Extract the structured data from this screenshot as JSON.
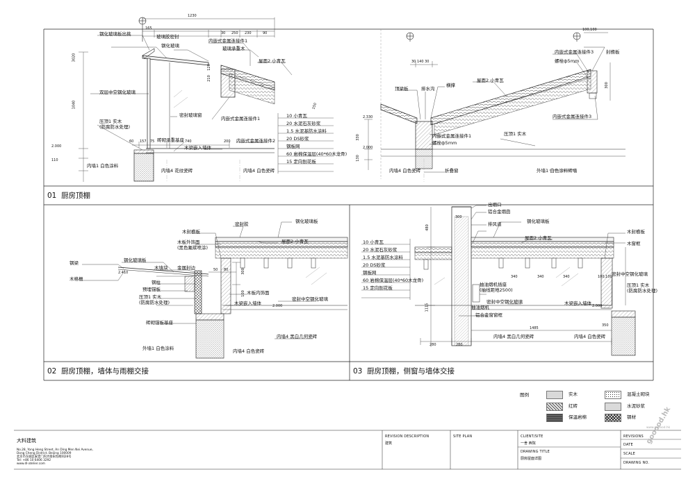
{
  "sections": [
    {
      "num": "01",
      "title": "厨房顶棚"
    },
    {
      "num": "02",
      "title": "厨房顶棚，墙体与雨棚交接"
    },
    {
      "num": "03",
      "title": "厨房顶棚，侧窗与墙体交接"
    }
  ],
  "detail1_labels": {
    "glass_overhang": "钢化玻璃板出挑",
    "glass_sealant": "玻璃胶密封",
    "tempered_glass": "钢化玻璃",
    "connector": "内嵌式金属连接件1",
    "glass_bearer": "玻璃承重木",
    "roof_tile": "屋面2 小青瓦",
    "double_glass": "双层中空钢化玻璃",
    "sealed_window": "密封玻璃窗",
    "coping": "压顶1 实木",
    "coping_note": "(防腐防水处理)",
    "brick_base": "砖砌承重基座",
    "beam_embed": "木梁嵌入墙体",
    "connector2": "内嵌式金属连接件2",
    "connector1b": "内嵌式金属连接件1",
    "wall_finish": "内墙1 白色涂料",
    "wall_tile": "内墙4 花纹瓷砖",
    "wall_white": "内墙4 白色瓷砖",
    "dim_1230": "1230",
    "dim_165": "165",
    "dim_30": "30",
    "dim_250": "250",
    "dim_230": "230",
    "dim_90": "90",
    "dim_3020": "3020",
    "dim_1040": "1040",
    "dim_60": "60",
    "dim_157": "157",
    "dim_75": "75",
    "dim_740": "740",
    "dim_200": "200",
    "dim_120": "120",
    "dim_210": "210",
    "dim_150": "150",
    "elev_2000": "2.000",
    "elev_110": "110"
  },
  "layers": [
    "10 小青瓦",
    "20 水泥石灰砂浆",
    "1.5 水泥基防水涂料",
    "20 DS砂浆",
    "钢板网",
    "60 岩棉保温层(40*60木龙骨)",
    "15 定向刨花板"
  ],
  "detail1b_labels": {
    "tile_board": "顶梁板",
    "drain": "排水沟",
    "brace": "横撑",
    "roof_tile": "屋面2 小青瓦",
    "connector3a": "内嵌式金属连接件3",
    "bolt": "螺栓ф5mm",
    "sealboard": "封檐板",
    "connector1": "内嵌式金属连接件1",
    "bolt2": "螺栓ф5mm",
    "coping": "压顶1 实木",
    "folding_window": "折叠窗",
    "wall_white": "内墙4 白色瓷砖",
    "ext_wall": "外墙1 白色涂料砖墙",
    "dim_100": "100,100",
    "dim_30_140_30": "30 140 30",
    "elev_2330": "2.330",
    "elev_2000": "2.000",
    "dim_330": "330",
    "dim_130": "130",
    "dim_300": "300"
  },
  "detail2_labels": {
    "tempered_glass": "钢化玻璃板",
    "wood_board": "木封檐板",
    "sealant": "密封胶",
    "wood_fascia": "木板外饰面",
    "fascia_note": "(黑色氟碳喷涂)",
    "steel_beam": "钢梁",
    "tempered_glass2": "钢化玻璃板",
    "wood_slot": "木填块",
    "metal_seal": "金属封边",
    "roof_tile": "屋面2 小青瓦",
    "wood_grille": "木格栅",
    "steel_col": "钢柱",
    "keel_board": "预埋锚板",
    "coping": "压顶1 实木",
    "coping_note": "(防腐防水处理)",
    "brick_base": "砖砌锚板基座",
    "wood_deco": "木板内饰面",
    "beam_embed": "木梁嵌入墙体",
    "sealed_glass": "密封中空钢化玻璃",
    "wall_pattern": "内墙4 黑白几何瓷砖",
    "ext_wall": "外墙1 白色涂料",
    "wall_white": "内墙4 白色瓷砖",
    "elev_2410": "2.410",
    "elev_2000": "2.000",
    "dim_300": "300",
    "dim_100": "100",
    "dim_80": "80",
    "dim_50": "50"
  },
  "detail3_labels": {
    "chimney_exit": "出烟口",
    "alu_hood": "铝合金烟囱",
    "tempered_glass": "钢化玻璃板",
    "exhaust": "排风道",
    "roof_tile": "屋面2 小青瓦",
    "wood_board": "木封檐板",
    "wood_beam": "木窗框",
    "range_hood": "抽油烟机插座",
    "hood_note": "(抽线距地2500)",
    "sealed_glass": "密封中空钢化玻璃",
    "extract": "抽油烟机",
    "alu_frame": "铝合金窗窗框",
    "sealed_glass2": "密封中空钢化玻璃",
    "coping": "压顶1 实木",
    "coping_note": "(防腐防水处理)",
    "beam_embed": "木梁嵌入墙体",
    "wall_pattern": "内墙4 黑白几何瓷砖",
    "wall_white": "内墙4 白色瓷砖",
    "dim_1485": "1485",
    "dim_280": "280",
    "dim_350": "350",
    "dim_1115": "1115",
    "dim_480": "480",
    "dim_340": "340",
    "dim_100": "100,100",
    "elev_2000": "2.000"
  },
  "legend": {
    "title": "图例",
    "items": [
      "实木",
      "混凝土砌块",
      "红砖",
      "水泥砂浆",
      "保温岩棉",
      "钢材"
    ]
  },
  "titleblock": {
    "firm": "大料建筑",
    "address1": "No.28, Yong Heng Street, An Ding Men Nei Avenue,",
    "address2": "Dong Cheng District, Beijing 100009",
    "address3": "北京市东城区安定门内大街永恒胡同28号",
    "tel": "Tel: +86 10 6406 3292",
    "web": "www.dl-atelier.com",
    "revision_desc_label": "REVISION DESCRIPTION",
    "revision_desc_value": "建筑",
    "site_plan": "SITE PLAN",
    "client_label": "CLIENT/SITE",
    "client_value": "一舍 西院",
    "drawing_title_label": "DRAWING TITLE",
    "drawing_title_value": "厨房屋面详图",
    "revisions": "REVISIONS",
    "date": "DATE",
    "scale": "SCALE",
    "drawing_no": "DRAWING NO."
  },
  "watermark": {
    "text": "gooood.hk",
    "site": "www.gooood.hk"
  }
}
